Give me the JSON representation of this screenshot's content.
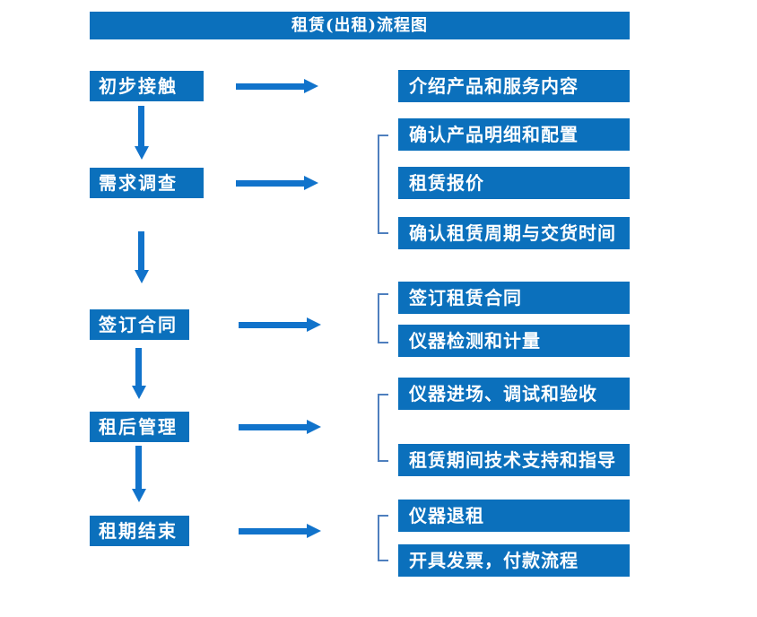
{
  "title": "租赁(出租)流程图",
  "colors": {
    "box_blue": "#0B70BC",
    "arrow_blue": "#1173CB",
    "bracket_blue": "#4E7FBE",
    "background": "#FFFFFF",
    "text_white": "#FFFFFF"
  },
  "flow": {
    "steps": [
      {
        "label": "初步接触",
        "outputs": [
          "介绍产品和服务内容"
        ]
      },
      {
        "label": "需求调查",
        "outputs": [
          "确认产品明细和配置",
          "租赁报价",
          "确认租赁周期与交货时间"
        ]
      },
      {
        "label": "签订合同",
        "outputs": [
          "签订租赁合同",
          "仪器检测和计量"
        ]
      },
      {
        "label": "租后管理",
        "outputs": [
          "仪器进场、调试和验收",
          "租赁期间技术支持和指导"
        ]
      },
      {
        "label": "租期结束",
        "outputs": [
          "仪器退租",
          "开具发票，付款流程"
        ]
      }
    ]
  }
}
